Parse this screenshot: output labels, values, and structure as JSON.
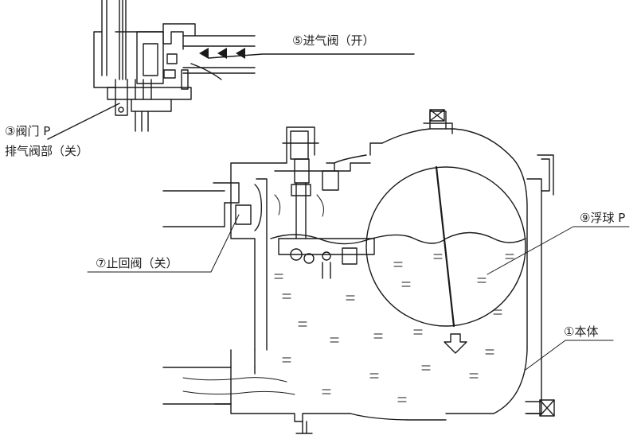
{
  "labels": {
    "intake_valve": "⑤进气阀（开）",
    "valve_p": "③阀门 P",
    "exhaust_valve": "排气阀部（关）",
    "check_valve": "⑦止回阀（关）",
    "float_ball": "⑨浮球 P",
    "body": "①本体"
  },
  "colors": {
    "line": "#1a1a1a",
    "background": "#ffffff"
  },
  "icons": {
    "flow_arrows": "triangle-left-icon",
    "fall_arrow": "down-arrow-icon"
  }
}
